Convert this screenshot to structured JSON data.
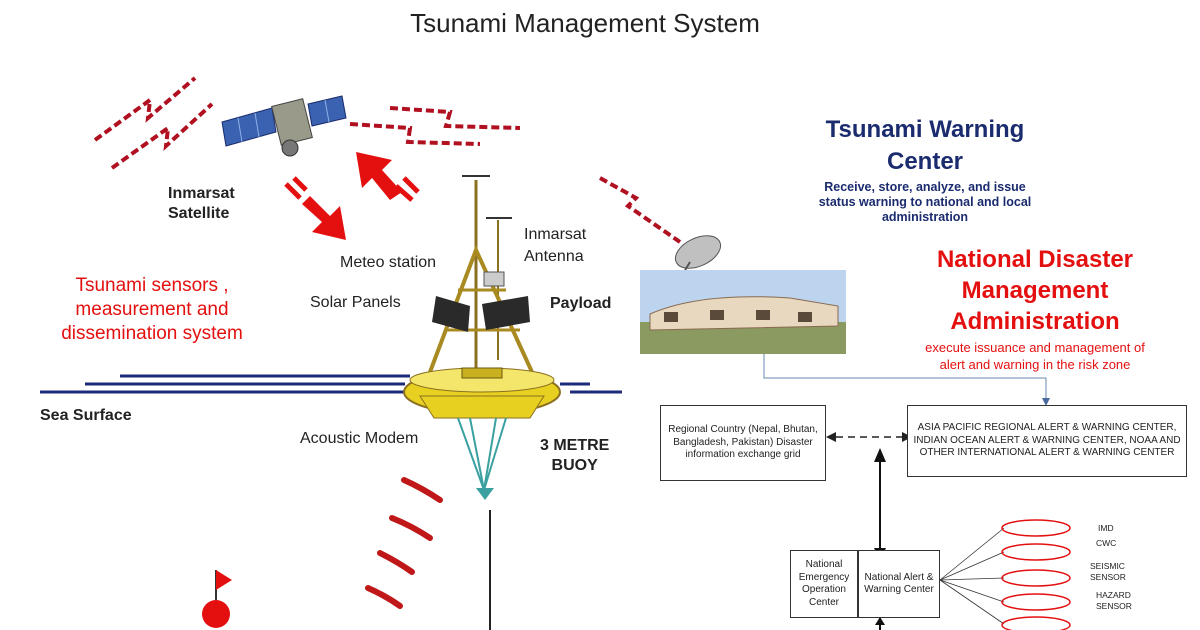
{
  "title": "Tsunami Management System",
  "left_panel": {
    "satellite_label_line1": "Inmarsat",
    "satellite_label_line2": "Satellite",
    "meteo_station": "Meteo station",
    "inmarsat_antenna_line1": "Inmarsat",
    "inmarsat_antenna_line2": "Antenna",
    "solar_panels": "Solar Panels",
    "payload": "Payload",
    "sensors_text_line1": "Tsunami sensors ,",
    "sensors_text_line2": "measurement and",
    "sensors_text_line3": "dissemination system",
    "sea_surface": "Sea Surface",
    "acoustic_modem": "Acoustic Modem",
    "buoy_line1": "3 METRE",
    "buoy_line2": "BUOY"
  },
  "warning_center": {
    "title_line1": "Tsunami  Warning",
    "title_line2": "Center",
    "desc_line1": "Receive, store, analyze, and issue",
    "desc_line2": "status warning to national and local",
    "desc_line3": "administration"
  },
  "ndma": {
    "title_line1": "National Disaster",
    "title_line2": "Management",
    "title_line3": "Administration",
    "desc_line1": "execute issuance and management of",
    "desc_line2": "alert and warning in the risk zone"
  },
  "boxes": {
    "regional": "Regional Country (Nepal, Bhutan, Bangladesh, Pakistan) Disaster information exchange grid",
    "asia_pacific": "ASIA PACIFIC REGIONAL ALERT & WARNING CENTER, INDIAN OCEAN ALERT & WARNING CENTER, NOAA AND OTHER INTERNATIONAL ALERT & WARNING CENTER",
    "neoc": "National Emergency Operation Center",
    "nawc": "National Alert & Warning Center"
  },
  "sensors": {
    "imd": "IMD",
    "cwc": "CWC",
    "seismic_line1": "SEISMIC",
    "seismic_line2": "SENSOR",
    "hazard_line1": "HAZARD",
    "hazard_line2": "SENSOR"
  },
  "colors": {
    "red_accent": "#e41010",
    "navy": "#1a2b6e",
    "dash_red": "#b01020",
    "sea_line": "#1c2a7a",
    "buoy_yellow": "#e8d020"
  }
}
